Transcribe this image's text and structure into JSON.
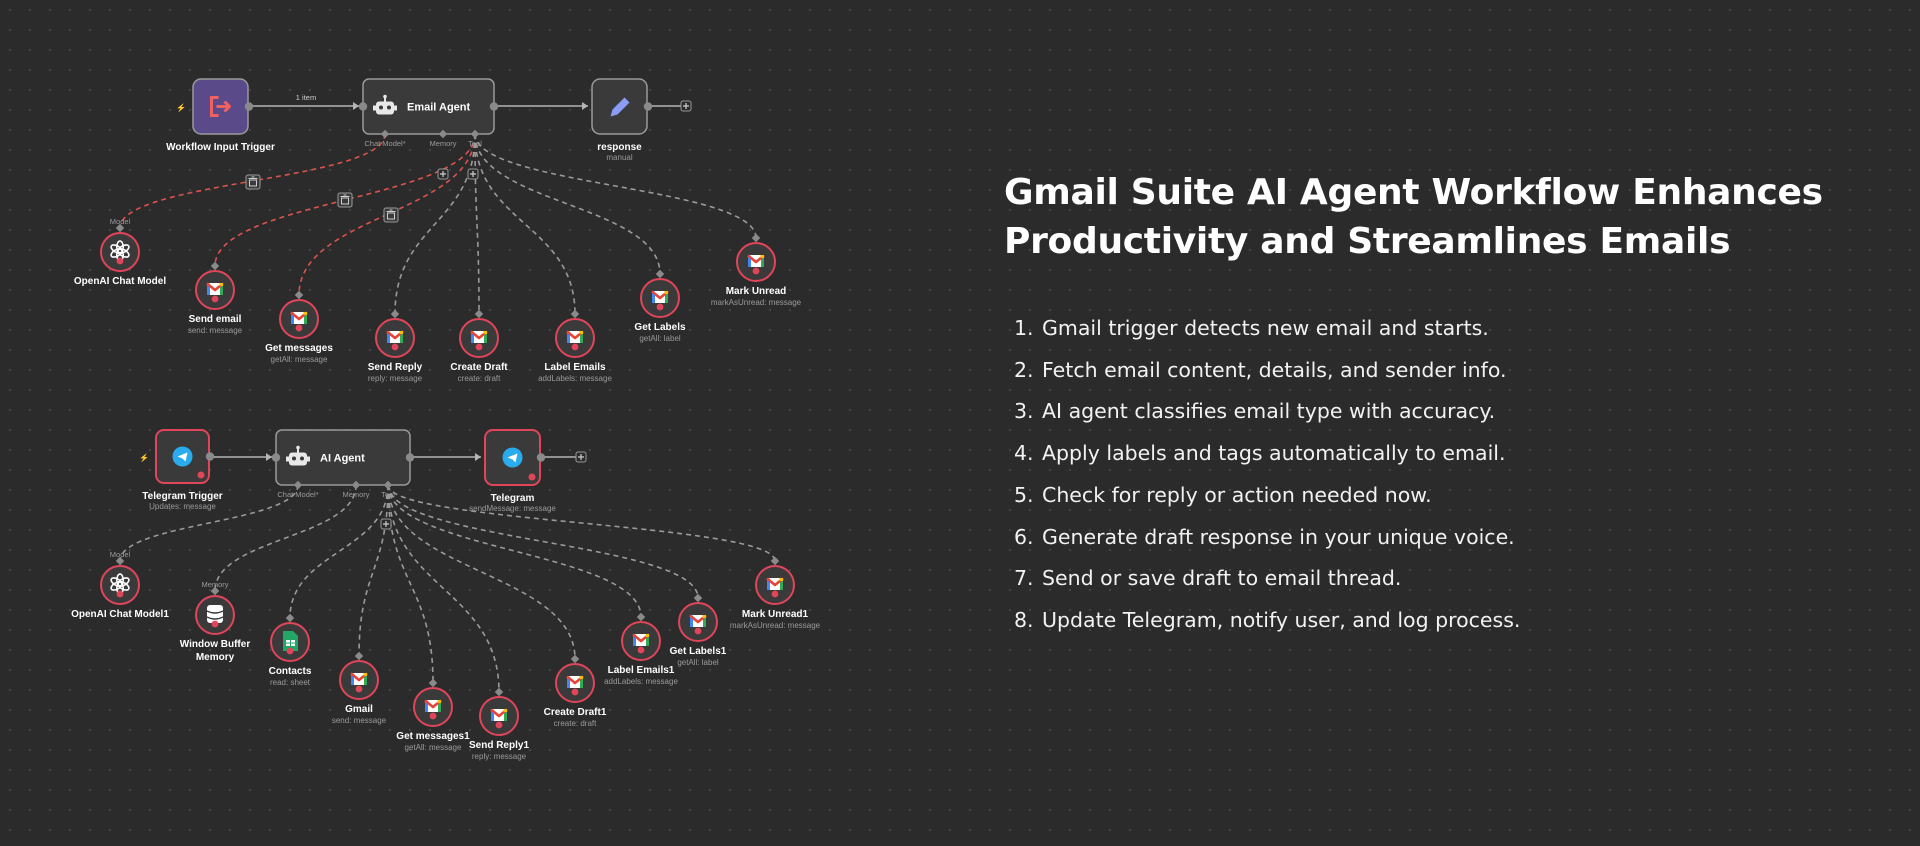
{
  "title": "Gmail Suite AI Agent Workflow Enhances Productivity and Streamlines Emails",
  "steps": [
    {
      "num": "1.",
      "text": "Gmail trigger detects new email and starts."
    },
    {
      "num": "2.",
      "text": "Fetch email content, details, and sender info."
    },
    {
      "num": "3.",
      "text": "AI agent classifies email type with accuracy."
    },
    {
      "num": "4.",
      "text": "Apply labels and tags automatically to email."
    },
    {
      "num": "5.",
      "text": "Check for reply or action needed now."
    },
    {
      "num": "6.",
      "text": "Generate draft response in your unique voice."
    },
    {
      "num": "7.",
      "text": "Send or save draft to email thread."
    },
    {
      "num": "8.",
      "text": "Update Telegram, notify user, and log process."
    }
  ],
  "colors": {
    "background": "#2b2b2b",
    "node_border_error": "#e0455a",
    "node_fill": "#3a3a3a",
    "trigger_fill": "#5b4a8a",
    "edge_dashed": "#9a9a9a",
    "edge_dashed_error": "#d9534f",
    "telegram_blue": "#2aabee",
    "sheets_green": "#23a566"
  },
  "workflow1": {
    "edge_label": "1 item",
    "trigger": {
      "name": "Workflow Input Trigger",
      "icon": "exit-arrow-icon"
    },
    "agent": {
      "name": "Email Agent",
      "icon": "robot-icon",
      "ports": [
        "Chat Model*",
        "Memory",
        "Tool"
      ]
    },
    "response": {
      "name": "response",
      "sub": "manual",
      "icon": "pencil-icon"
    },
    "tools": [
      {
        "id": "openai",
        "name": "OpenAI Chat Model",
        "sub": "",
        "port": "Model",
        "icon": "openai-icon"
      },
      {
        "id": "send",
        "name": "Send email",
        "sub": "send: message",
        "icon": "gmail-icon"
      },
      {
        "id": "getmsg",
        "name": "Get messages",
        "sub": "getAll: message",
        "icon": "gmail-icon"
      },
      {
        "id": "reply",
        "name": "Send Reply",
        "sub": "reply: message",
        "icon": "gmail-icon"
      },
      {
        "id": "draft",
        "name": "Create Draft",
        "sub": "create: draft",
        "icon": "gmail-icon"
      },
      {
        "id": "label",
        "name": "Label Emails",
        "sub": "addLabels: message",
        "icon": "gmail-icon"
      },
      {
        "id": "getlabels",
        "name": "Get Labels",
        "sub": "getAll: label",
        "icon": "gmail-icon"
      },
      {
        "id": "unread",
        "name": "Mark Unread",
        "sub": "markAsUnread: message",
        "icon": "gmail-icon"
      }
    ]
  },
  "workflow2": {
    "trigger": {
      "name": "Telegram Trigger",
      "sub": "Updates: message",
      "icon": "telegram-icon"
    },
    "agent": {
      "name": "AI Agent",
      "icon": "robot-icon",
      "ports": [
        "Chat Model*",
        "Memory",
        "Tool"
      ]
    },
    "telegram": {
      "name": "Telegram",
      "sub": "sendMessage: message",
      "icon": "telegram-icon"
    },
    "tools": [
      {
        "id": "openai",
        "name": "OpenAI Chat Model1",
        "sub": "",
        "port": "Model",
        "icon": "openai-icon"
      },
      {
        "id": "memory",
        "name": "Window Buffer",
        "name2": "Memory",
        "sub": "",
        "port": "Memory",
        "icon": "database-icon"
      },
      {
        "id": "contacts",
        "name": "Contacts",
        "sub": "read: sheet",
        "icon": "sheets-icon"
      },
      {
        "id": "gmail",
        "name": "Gmail",
        "sub": "send: message",
        "icon": "gmail-icon"
      },
      {
        "id": "getmsg",
        "name": "Get messages1",
        "sub": "getAll: message",
        "icon": "gmail-icon"
      },
      {
        "id": "reply",
        "name": "Send Reply1",
        "sub": "reply: message",
        "icon": "gmail-icon"
      },
      {
        "id": "draft",
        "name": "Create Draft1",
        "sub": "create: draft",
        "icon": "gmail-icon"
      },
      {
        "id": "label",
        "name": "Label Emails1",
        "sub": "addLabels: message",
        "icon": "gmail-icon"
      },
      {
        "id": "getlabels",
        "name": "Get Labels1",
        "sub": "getAll: label",
        "icon": "gmail-icon"
      },
      {
        "id": "unread",
        "name": "Mark Unread1",
        "sub": "markAsUnread: message",
        "icon": "gmail-icon"
      }
    ]
  }
}
